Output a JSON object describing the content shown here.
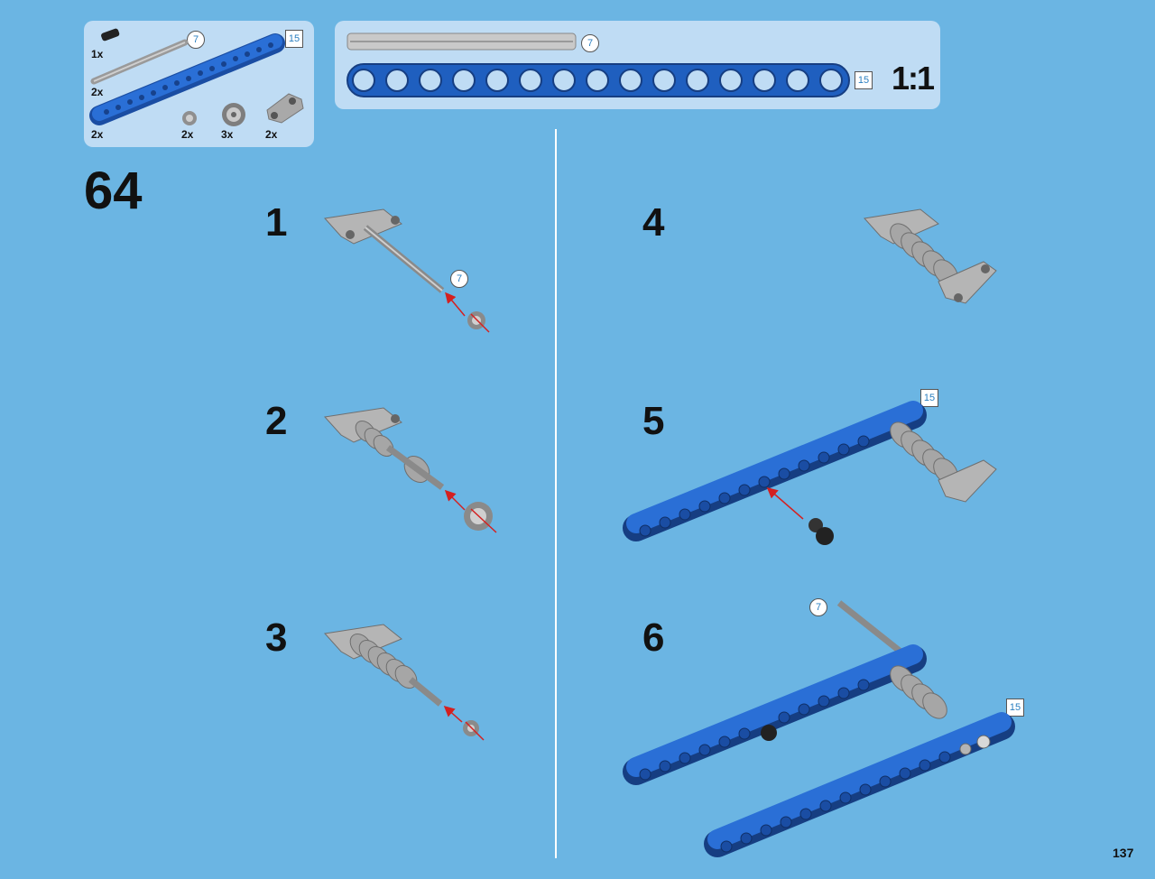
{
  "parts_panel": {
    "quantities": [
      "1x",
      "2x",
      "2x",
      "2x",
      "3x",
      "2x"
    ],
    "axle_length": "7",
    "beam_length": "15"
  },
  "scale_panel": {
    "axle_length": "7",
    "beam_length": "15",
    "ratio": "1:1"
  },
  "step_group": "64",
  "steps": [
    {
      "number": "1",
      "callout": "7"
    },
    {
      "number": "2"
    },
    {
      "number": "3"
    },
    {
      "number": "4"
    },
    {
      "number": "5",
      "callout": "15"
    },
    {
      "number": "6",
      "callouts": [
        "7",
        "15"
      ]
    }
  ],
  "page_number": "137",
  "colors": {
    "background": "#6bb5e3",
    "panel": "#bfdcf4",
    "beam_blue": "#1f5fbf",
    "part_gray": "#b8b8b8",
    "arrow_red": "#d42020"
  }
}
